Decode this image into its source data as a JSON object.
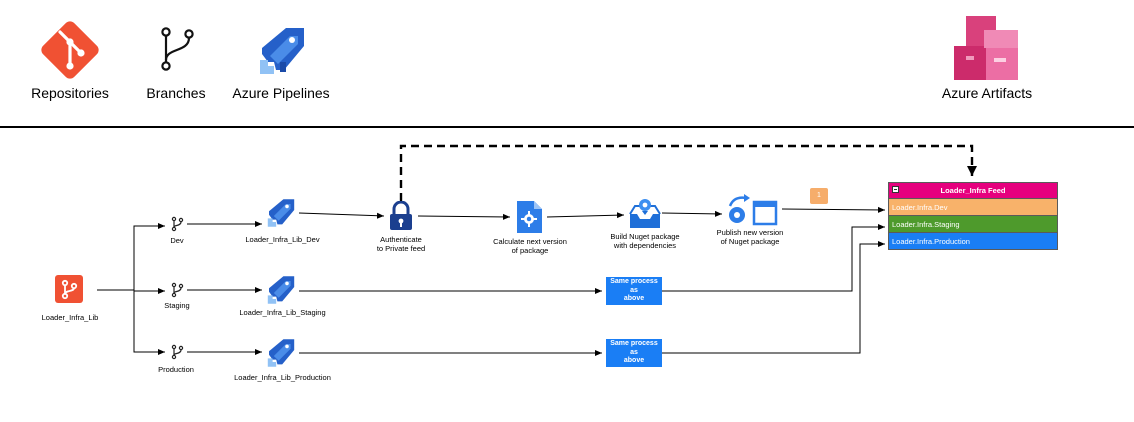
{
  "header": {
    "repositories_label": "Repositories",
    "branches_label": "Branches",
    "pipelines_label": "Azure Pipelines",
    "artifacts_label": "Azure Artifacts"
  },
  "repo": {
    "name": "Loader_Infra_Lib"
  },
  "branches": [
    {
      "name": "Dev",
      "pipeline": "Loader_Infra_Lib_Dev"
    },
    {
      "name": "Staging",
      "pipeline": "Loader_Infra_Lib_Staging"
    },
    {
      "name": "Production",
      "pipeline": "Loader_Infra_Lib_Production"
    }
  ],
  "steps": {
    "authenticate": "Authenticate\nto Private feed",
    "calculate": "Calculate next version\nof package",
    "build": "Build Nuget package\nwith dependencies",
    "publish": "Publish new version\nof Nuget package",
    "badge": "1"
  },
  "same_process": "Same process as\nabove",
  "feed": {
    "title": "Loader_Infra Feed",
    "rows": [
      "Loader.Infra.Dev",
      "Loader.Infra.Staging",
      "Loader.Infra.Production"
    ]
  },
  "colors": {
    "git_orange": "#f05133",
    "azure_blue": "#2560c9",
    "process_box": "#1a7ef5",
    "feed_title": "#e6007e",
    "feed_dev": "#f8b26a",
    "feed_staging": "#4e9a2c",
    "feed_production": "#1a7ef5",
    "artifacts_pink": "#cc2b6b"
  }
}
